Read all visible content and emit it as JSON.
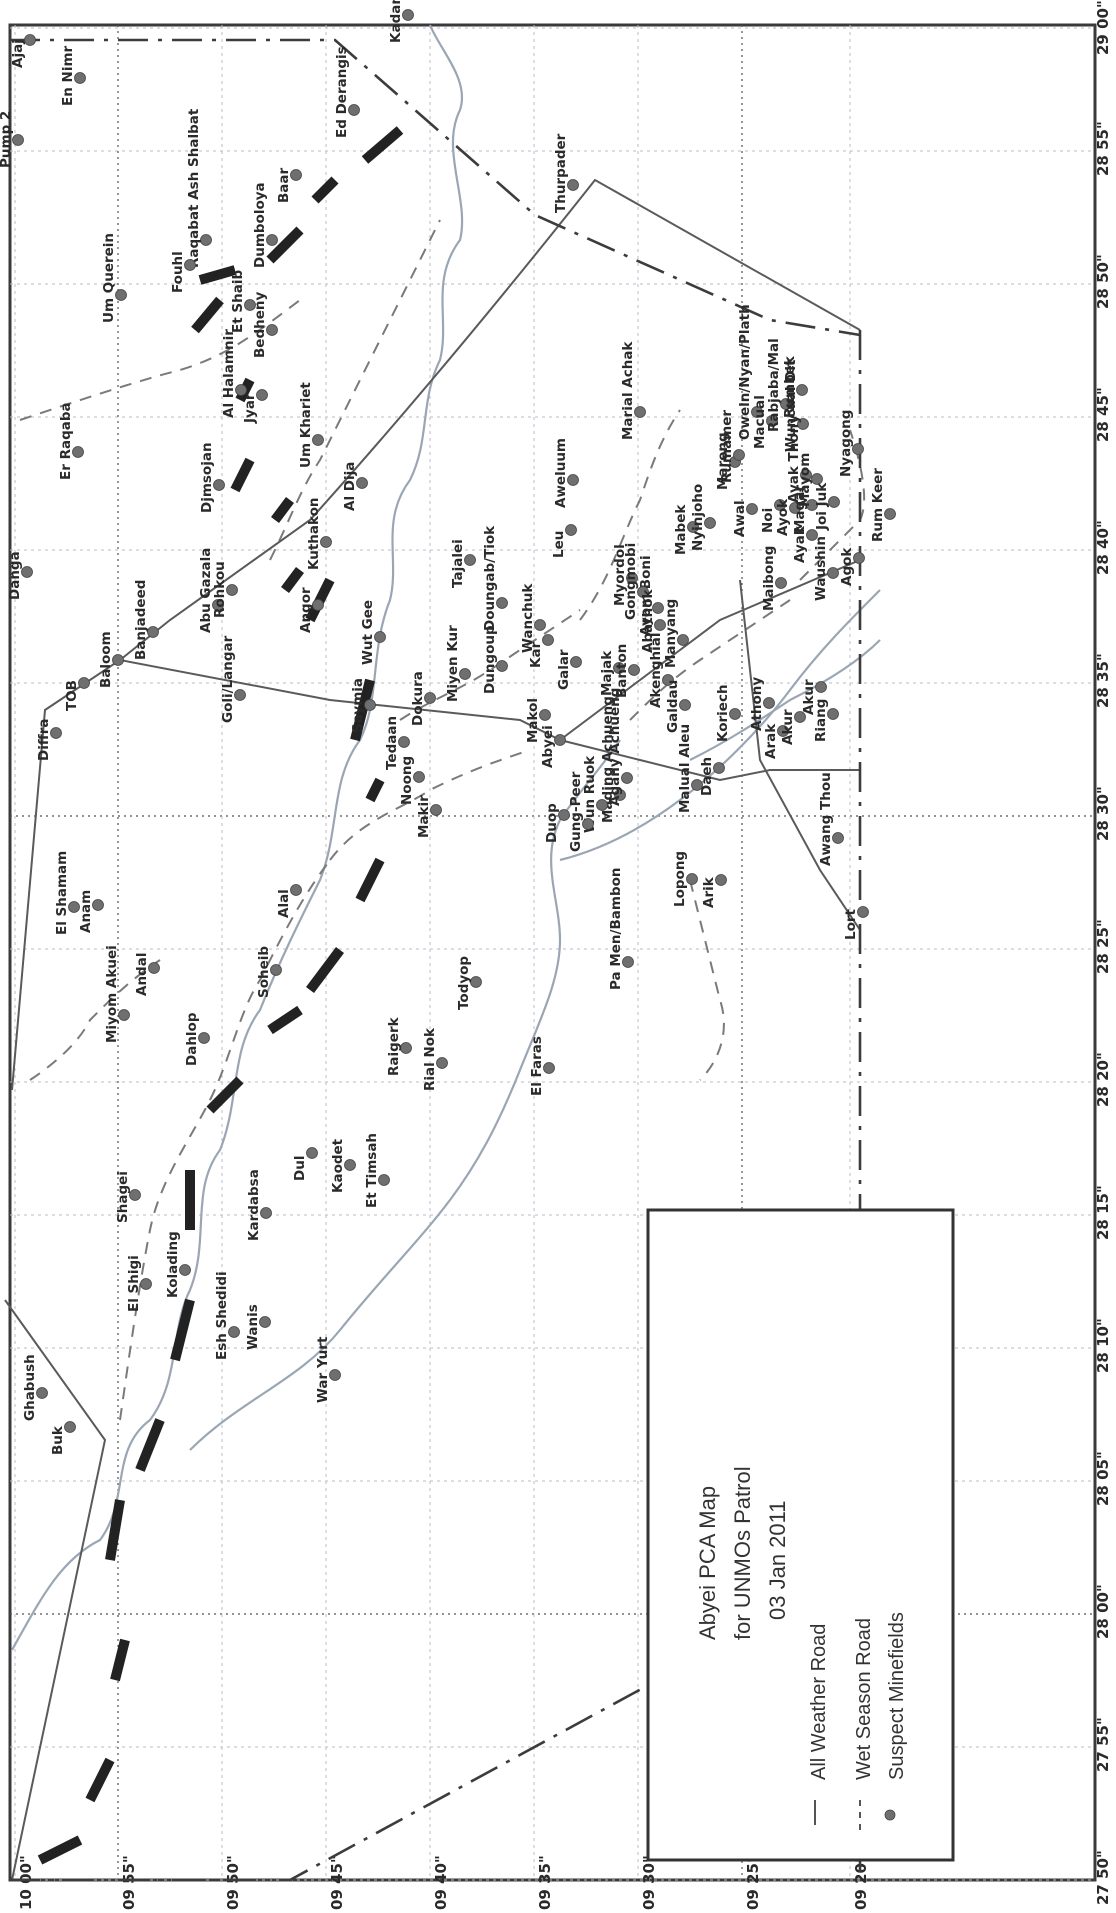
{
  "map": {
    "title_lines": [
      "Abyei PCA Map",
      "for UNMOs Patrol",
      "03 Jan 2011"
    ],
    "legend": [
      {
        "label": "All Weather Road",
        "symbol": "solid-line"
      },
      {
        "label": "Wet Season Road",
        "symbol": "dashed-line"
      },
      {
        "label": "Suspect Minefields",
        "symbol": "dot"
      }
    ],
    "longitude_labels": [
      "27 50\"",
      "27 55\"",
      "28 00\"",
      "28 05\"",
      "28 10\"",
      "28 15\"",
      "28 20\"",
      "28 25\"",
      "28 30\"",
      "28 35\"",
      "28 40\"",
      "28 45\"",
      "28 50\"",
      "28 55\"",
      "29 00\""
    ],
    "latitude_labels": [
      "10 00\"",
      "09 55\"",
      "09 50\"",
      "09 45\"",
      "09 40\"",
      "09 35\"",
      "09 30\"",
      "09 25\"",
      "09 20\""
    ],
    "places": [
      "Pump 2",
      "Ajaj",
      "En Nimr",
      "Kadama",
      "Thurpader",
      "Ed Derangis",
      "Baar",
      "Raqabat Ash Shalbat",
      "Dumboloya",
      "Um Querein",
      "Fouhl",
      "Et Shaib",
      "Bedheny",
      "Djmsojan",
      "Al Halamnir",
      "Jyar",
      "Um Khariet",
      "Al Dija",
      "Er Raqaba",
      "Danga",
      "Kuthakon",
      "Banjadeed",
      "Abu Gazala",
      "Rohkou",
      "Angor",
      "Wut Gee",
      "Diffra",
      "TOB",
      "Baloom",
      "Goli/Langar",
      "Saymia",
      "Tajalei",
      "Leu",
      "Aweluum",
      "Marial Achak",
      "Doungab/Tiok",
      "Dungoup",
      "Miyen Kur",
      "Dokura",
      "Tedaan",
      "Abyei",
      "Makol",
      "Wanchuk",
      "Kar",
      "Galar",
      "Majak",
      "Banton",
      "Ayom Boni",
      "Myordol",
      "Gongmobi",
      "Abathok",
      "Mabek",
      "Nyinjoho",
      "Mareng",
      "Rumamer",
      "Awal",
      "Noi",
      "Ayok",
      "Magar",
      "Ayak",
      "Oweln/Nyan/Plath",
      "Macual",
      "Rabjaba/Mal",
      "Rumbek",
      "Wuncual Dit",
      "Ayak Thony",
      "Mayom",
      "Joi Juk",
      "Nyagong",
      "Rum Keer",
      "Agok",
      "Waushin",
      "Maibong",
      "Manyang",
      "Akenghial",
      "Galdau",
      "Koriech",
      "Athony",
      "Arak",
      "Akur",
      "Riang",
      "Akur",
      "Malual Aleu",
      "Daeh",
      "Mading Achueng",
      "Agany Achueng",
      "Wun Ruok",
      "Gung-Peer",
      "Duop",
      "Noong",
      "Makir",
      "Alal",
      "Soheib",
      "Todyop",
      "Raigerk",
      "Rial Nok",
      "El Faras",
      "Pa Men/Bambon",
      "Lopong",
      "Arik",
      "Awang Thou",
      "Lort",
      "El Shamam",
      "Anam",
      "Miyom Akuei",
      "Andal",
      "Dahlop",
      "Shagei",
      "El Shigi",
      "Kolading",
      "Kardabsa",
      "Wanis",
      "Dul",
      "Kaodet",
      "Et Timsah",
      "Esh Shedidi",
      "War Yurt",
      "Ghabush",
      "Buk"
    ]
  }
}
